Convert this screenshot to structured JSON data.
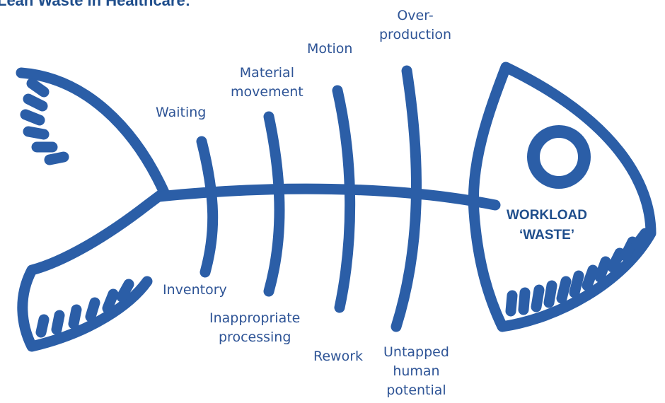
{
  "title": "Lean Waste in Healthcare:",
  "head": {
    "line1": "WORKLOAD",
    "line2": "‘WASTE’"
  },
  "top_labels": [
    {
      "lines": [
        "Waiting"
      ]
    },
    {
      "lines": [
        "Material",
        "movement"
      ]
    },
    {
      "lines": [
        "Motion"
      ]
    },
    {
      "lines": [
        "Over-",
        "production"
      ]
    }
  ],
  "bottom_labels": [
    {
      "lines": [
        "Inventory"
      ]
    },
    {
      "lines": [
        "Inappropriate",
        "processing"
      ]
    },
    {
      "lines": [
        "Rework"
      ]
    },
    {
      "lines": [
        "Untapped",
        "human",
        "potential"
      ]
    }
  ],
  "colors": {
    "fish": "#2b5ea7",
    "label": "#2e5496",
    "title": "#1f4e8c"
  }
}
